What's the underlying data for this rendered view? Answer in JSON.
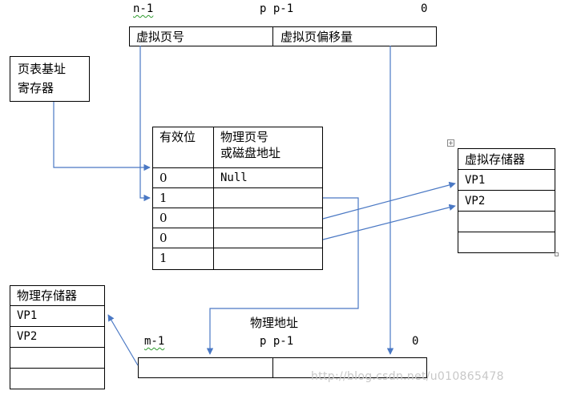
{
  "virtual_address": {
    "label_high": "n-1",
    "label_mid": "p p-1",
    "label_low": "0",
    "fields": [
      "虚拟页号",
      "虚拟页偏移量"
    ]
  },
  "page_table_register": {
    "line1": "页表基址",
    "line2": "寄存器"
  },
  "page_table": {
    "header_valid": "有效位",
    "header_frame_line1": "物理页号",
    "header_frame_line2": "或磁盘地址",
    "rows": [
      {
        "valid": "0",
        "address": "Null"
      },
      {
        "valid": "1",
        "address": ""
      },
      {
        "valid": "0",
        "address": ""
      },
      {
        "valid": "0",
        "address": ""
      },
      {
        "valid": "1",
        "address": ""
      }
    ]
  },
  "virtual_storage": {
    "title": "虚拟存储器",
    "rows": [
      "VP1",
      "VP2",
      "",
      ""
    ]
  },
  "physical_storage": {
    "title": "物理存储器",
    "rows": [
      "VP1",
      "VP2",
      "",
      ""
    ]
  },
  "physical_address": {
    "title": "物理地址",
    "label_high": "m-1",
    "label_mid": "p p-1",
    "label_low": "0",
    "fields": [
      "",
      ""
    ]
  },
  "watermark": "http://blog.csdn.net/u010865478",
  "colors": {
    "arrow": "#4a78c4",
    "border": "#000000"
  }
}
